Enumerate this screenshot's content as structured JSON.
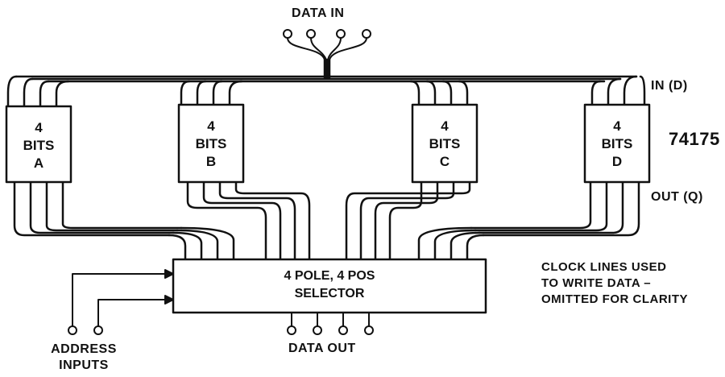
{
  "data_in_label": "DATA IN",
  "in_label": "IN (D)",
  "out_label": "OUT (Q)",
  "chip_label": "74175",
  "registers": [
    {
      "line1": "4",
      "line2": "BITS",
      "line3": "A"
    },
    {
      "line1": "4",
      "line2": "BITS",
      "line3": "B"
    },
    {
      "line1": "4",
      "line2": "BITS",
      "line3": "C"
    },
    {
      "line1": "4",
      "line2": "BITS",
      "line3": "D"
    }
  ],
  "selector": {
    "line1": "4 POLE, 4 POS",
    "line2": "SELECTOR"
  },
  "note": {
    "line1": "CLOCK LINES USED",
    "line2": "TO WRITE DATA –",
    "line3": "OMITTED FOR CLARITY"
  },
  "address_label": {
    "line1": "ADDRESS",
    "line2": "INPUTS"
  },
  "data_out_label": "DATA OUT"
}
